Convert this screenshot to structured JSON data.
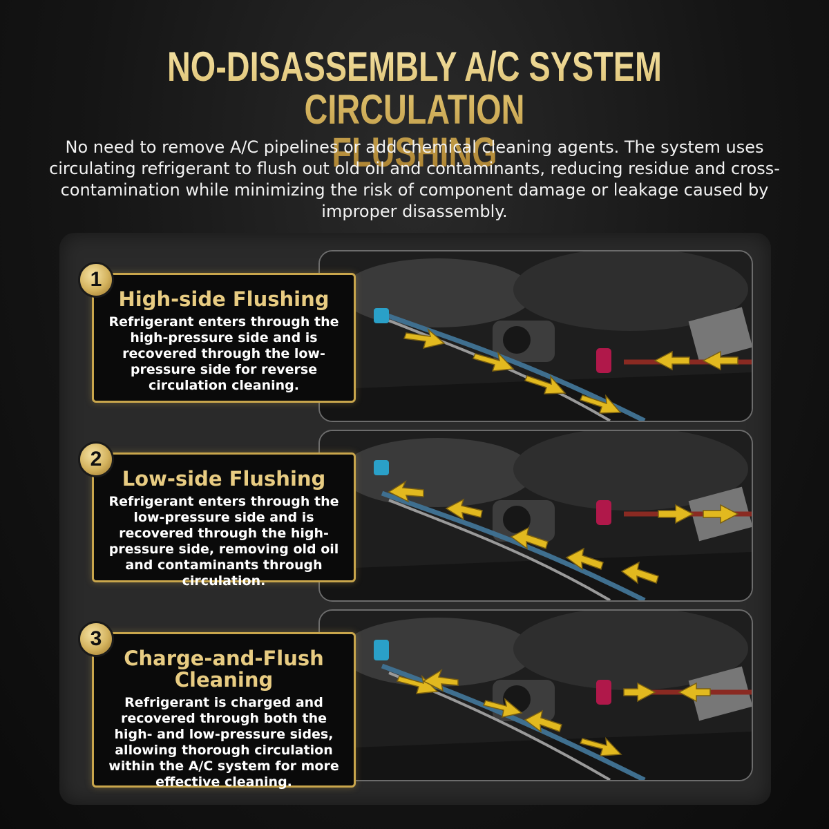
{
  "header": {
    "title_line1": "NO-DISASSEMBLY A/C SYSTEM CIRCULATION",
    "title_line2": "FLUSHING",
    "subtitle": "No need to remove A/C pipelines or add chemical cleaning agents. The system uses circulating refrigerant to flush out old oil and contaminants, reducing residue and cross-contamination while minimizing the risk of component damage or leakage caused by improper disassembly."
  },
  "steps": [
    {
      "number": "1",
      "title": "High-side Flushing",
      "description": "Refrigerant enters through the high-pressure side and is recovered through the low-pressure side for reverse circulation cleaning."
    },
    {
      "number": "2",
      "title": "Low-side Flushing",
      "description": "Refrigerant enters through the low-pressure side and is recovered through the high-pressure side, removing old oil and contaminants through circulation."
    },
    {
      "number": "3",
      "title": "Charge-and-Flush Cleaning",
      "description": "Refrigerant is charged and recovered through both the high- and low-pressure sides, allowing thorough circulation within the A/C system for more effective cleaning."
    }
  ],
  "colors": {
    "gold": "#d7b762",
    "arrow": "#e2b91f",
    "blue_hose": "#3f6f8f",
    "red_hose": "#8a2a22",
    "low_port": "#2aa0c8",
    "high_port": "#b0184a"
  },
  "flow_directions": [
    "high-to-low",
    "low-to-high",
    "both"
  ]
}
